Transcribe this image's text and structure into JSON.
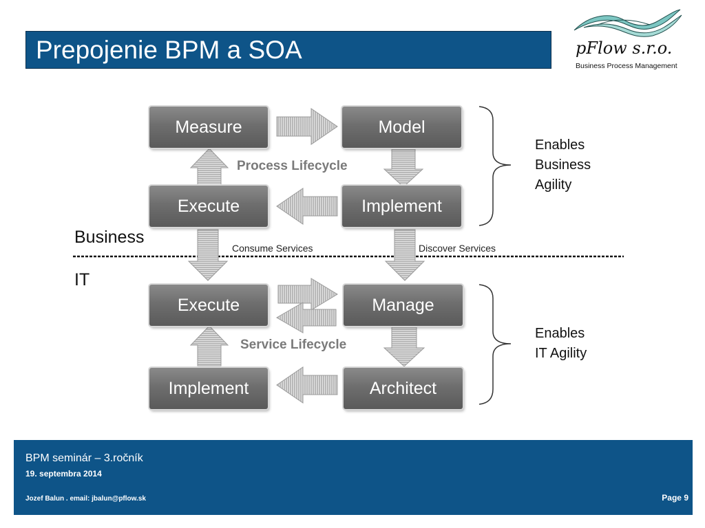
{
  "header": {
    "title": "Prepojenie BPM a SOA"
  },
  "logo": {
    "name": "pFlow s.r.o.",
    "tagline": "Business Process Management"
  },
  "colors": {
    "header_bg": "#0e5488",
    "box": "#707070",
    "arrow": "#b5b5b5",
    "label": "#7a7a7a"
  },
  "diagram": {
    "process": {
      "measure": "Measure",
      "model": "Model",
      "execute": "Execute",
      "implement": "Implement",
      "label": "Process Lifecycle"
    },
    "service": {
      "execute": "Execute",
      "manage": "Manage",
      "implement": "Implement",
      "architect": "Architect",
      "label": "Service Lifecycle"
    },
    "zones": {
      "business": "Business",
      "it": "IT"
    },
    "connectors": {
      "consume": "Consume Services",
      "discover": "Discover Services"
    },
    "benefits": {
      "business": [
        "Enables",
        "Business",
        "Agility"
      ],
      "it": [
        "Enables",
        "IT Agility"
      ]
    }
  },
  "footer": {
    "course": "BPM seminár – 3.ročník",
    "date": "19. septembra 2014",
    "author": "Jozef Balun . email: jbalun@pflow.sk",
    "page": "Page 9"
  }
}
